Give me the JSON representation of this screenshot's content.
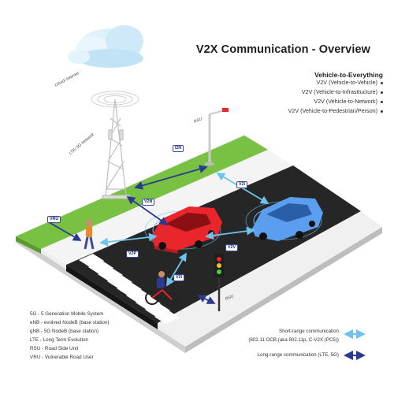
{
  "title": "V2X Communication - Overview",
  "vehicle_to_everything": {
    "heading": "Vehicle-to-Everything",
    "items": [
      "V2V (Vehicle-to-Vehicle)",
      "V2V (Vehicle-to-Infrasttucture)",
      "V2V (Vehicle-to-Network)",
      "V2V (Vehicle-to-Pedestrian/Person)"
    ]
  },
  "labels": {
    "cloud": "Cloud/ Internet",
    "network": "LTE/ 5G Network",
    "rsu_top": "RSU",
    "rsu_bottom": "RSU"
  },
  "tags": {
    "i2n": "I2N",
    "v2i_top": "V2I",
    "v2n": "V2N",
    "vru": "VRU",
    "v2v": "V2V",
    "v2p": "V2P",
    "v2i_bottom": "V2I"
  },
  "glossary": [
    "5G - 5 Generation Mobile System",
    "eNB - evolved NodeB (base station)",
    "gNB - 5G NodeB (base station)",
    "LTE - Long Term Evolution",
    "RSU - Road Side Unit",
    "VRU - Vulnerable Road User"
  ],
  "legend": {
    "short_line1": "Short-range communication",
    "short_line2": "(802.11 OCB (aka 802.11p, C-V2X (PC5))",
    "long": "Long-range communication (LTE, 5G)"
  },
  "colors": {
    "short_range": "#6ec3ee",
    "long_range": "#2b3a8f",
    "grass": "#79c142",
    "road": "#262626",
    "red_car": "#e8262b",
    "blue_car": "#5b9ef0"
  }
}
